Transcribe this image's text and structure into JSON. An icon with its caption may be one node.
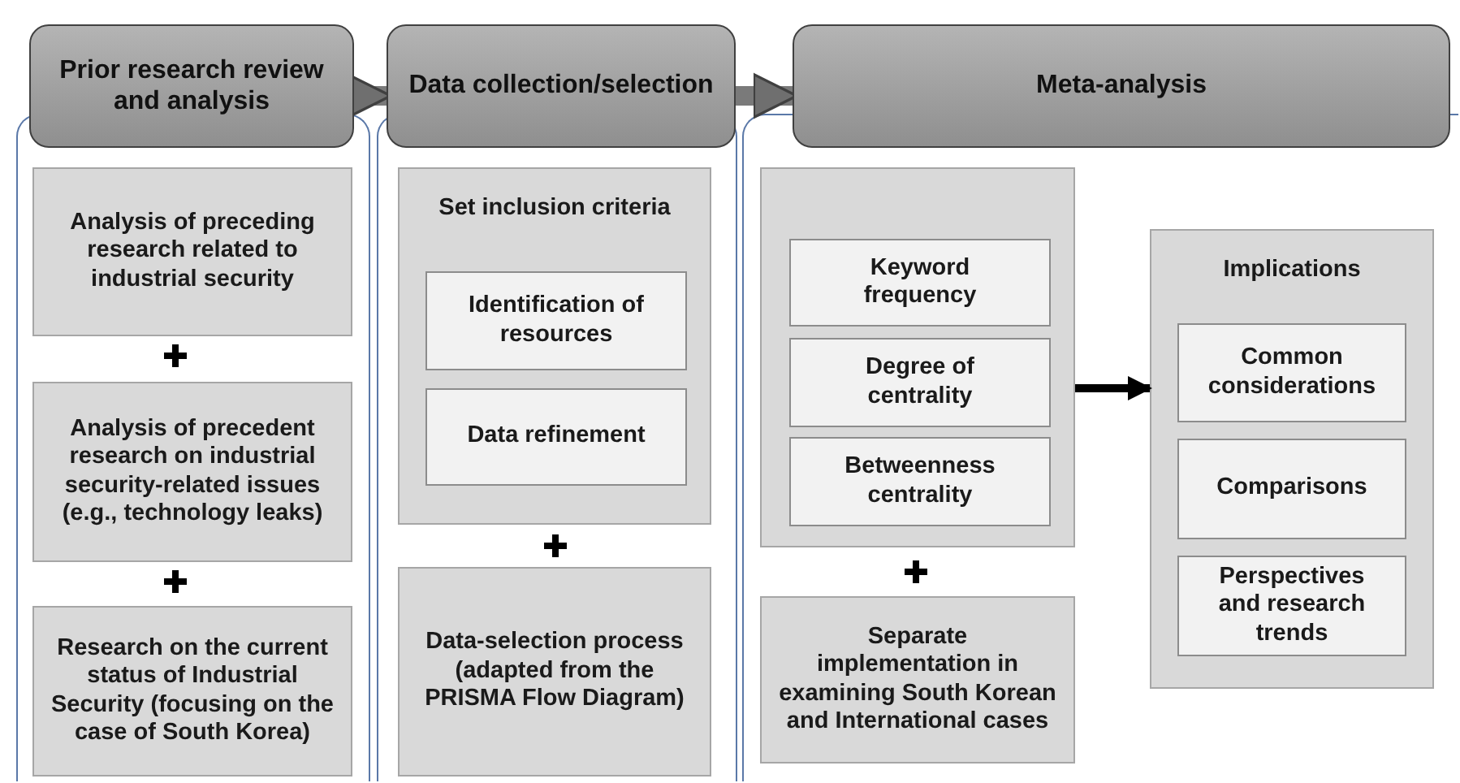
{
  "diagram": {
    "nodes": [
      {
        "text": [
          "Prior research review and analysis"
        ]
      },
      {
        "text": [
          "Data collection/selection"
        ]
      },
      {
        "text": [
          "Meta-analysis"
        ]
      },
      {
        "text": [
          "Analysis of preceding research related to industrial security"
        ]
      },
      {
        "text": [
          "Analysis of precedent research on industrial security-related issues (e.g., technology leaks)"
        ]
      },
      {
        "text": [
          "Research on the current status of Industrial Security (focusing on the case of South Korea)"
        ]
      },
      {
        "text": [
          "Set inclusion criteria"
        ]
      },
      {
        "text": [
          "Identification of resources"
        ],
        "in": 6
      },
      {
        "text": [
          "Data refinement"
        ],
        "in": 6
      },
      {
        "text": [
          "Data-selection process (adapted from the PRISMA Flow Diagram)"
        ]
      },
      {
        "text": [],
        "shape": "box"
      },
      {
        "text": [
          "Keyword frequency"
        ],
        "in": 10
      },
      {
        "text": [
          "Degree of centrality"
        ],
        "in": 10
      },
      {
        "text": [
          "Betweenness centrality"
        ],
        "in": 10
      },
      {
        "text": [
          "Separate implementation in examining South Korean and International cases"
        ]
      },
      {
        "text": [
          "Implications"
        ]
      },
      {
        "text": [
          "Common considerations"
        ],
        "in": 15
      },
      {
        "text": [
          "Comparisons"
        ],
        "in": 15
      },
      {
        "text": [
          "Perspectives and research trends"
        ],
        "in": 15
      }
    ],
    "edges": [
      {
        "from": 0,
        "to": 1,
        "arrow": "to"
      },
      {
        "from": 1,
        "to": 2,
        "arrow": "to"
      },
      {
        "from": 10,
        "to": 15,
        "arrow": "to",
        "color": "#000000"
      }
    ]
  }
}
